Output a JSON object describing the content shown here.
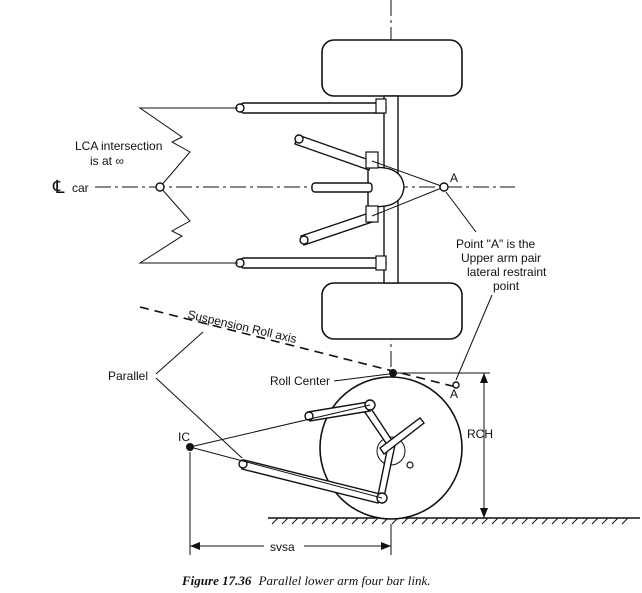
{
  "labels": {
    "lca_line1": "LCA intersection",
    "lca_line2": "is at ∞",
    "car_symbol": "℄",
    "car_text": "car",
    "point_a_top": "A",
    "point_a_note_1": "Point \"A\" is the",
    "point_a_note_2": "Upper arm pair",
    "point_a_note_3": "lateral restraint",
    "point_a_note_4": "point",
    "roll_axis": "Suspension Roll axis",
    "parallel": "Parallel",
    "roll_center": "Roll Center",
    "point_a_bottom": "A",
    "ic": "IC",
    "rch": "RCH",
    "svsa": "svsa"
  },
  "caption": {
    "figure": "Figure 17.36",
    "text": "Parallel lower arm four bar link."
  }
}
